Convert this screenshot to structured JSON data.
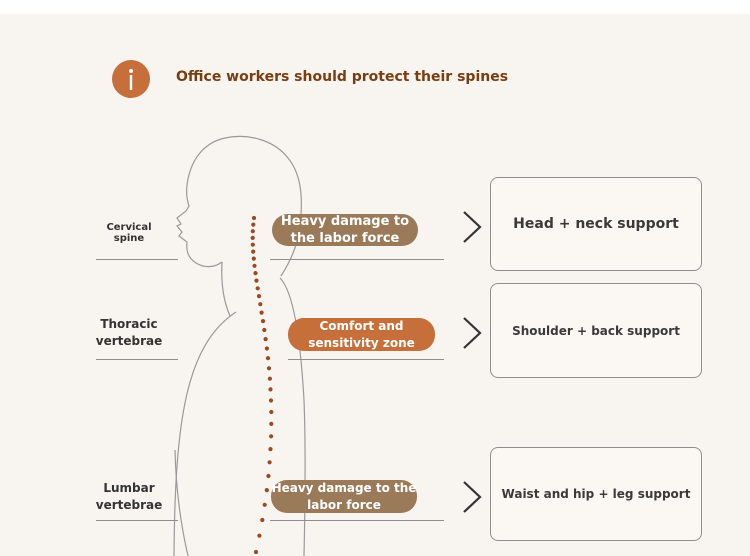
{
  "header": {
    "icon": "info-icon",
    "title": "Office workers should protect their spines"
  },
  "colors": {
    "accent": "#c66f3a",
    "pill_brown": "#9a7a58",
    "spine_dots": "#9c4a22",
    "title_text": "#7a3d12"
  },
  "regions": [
    {
      "label": "Cervical spine",
      "tag": "Heavy damage to the labor force",
      "support": "Head + neck support"
    },
    {
      "label_lines": [
        "Thoracic",
        "vertebrae"
      ],
      "tag_lines": [
        "Comfort and",
        "sensitivity zone"
      ],
      "support": "Shoulder + back support"
    },
    {
      "label_lines": [
        "Lumbar",
        "vertebrae"
      ],
      "tag_lines": [
        "Heavy damage to the",
        "labor force"
      ],
      "support": "Waist and hip + leg support"
    }
  ],
  "icons": {
    "figure": "human-silhouette-icon",
    "arrow": "chevron-right-icon"
  }
}
